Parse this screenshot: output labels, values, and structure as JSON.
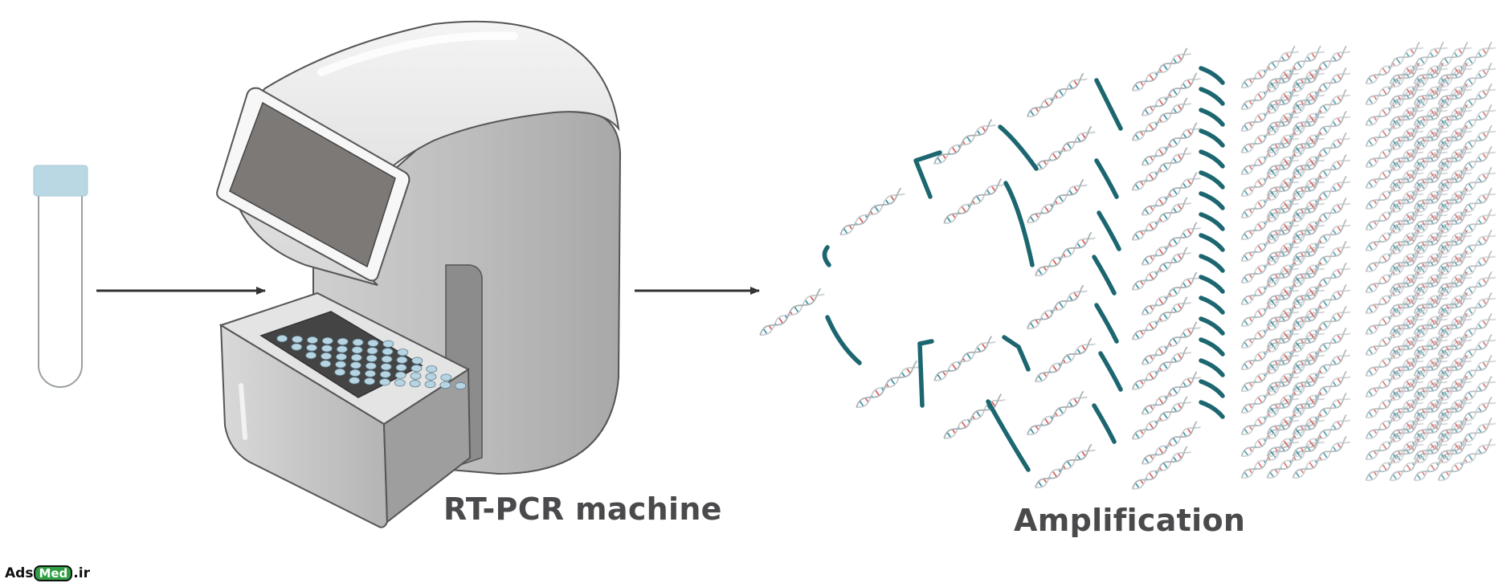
{
  "labels": {
    "machine": "RT-PCR machine",
    "amplification": "Amplification"
  },
  "watermark": {
    "left": "Ads",
    "middle": "Med",
    "right": ".ir"
  },
  "colors": {
    "primer": "#1c6670",
    "arrow": "#333333",
    "tube_cap": "#b9d8e4",
    "well": "#b7d4e2",
    "machine_body": "#bdbdbd",
    "screen": "#7d7977",
    "dna_red": "#d9534f",
    "dna_teal": "#2b8a9a",
    "dna_grey": "#c9cdd0"
  },
  "icons": [
    "sample-tube-icon",
    "rt-pcr-machine-icon",
    "flow-arrow-icon",
    "dna-helix-icon",
    "primer-icon"
  ]
}
